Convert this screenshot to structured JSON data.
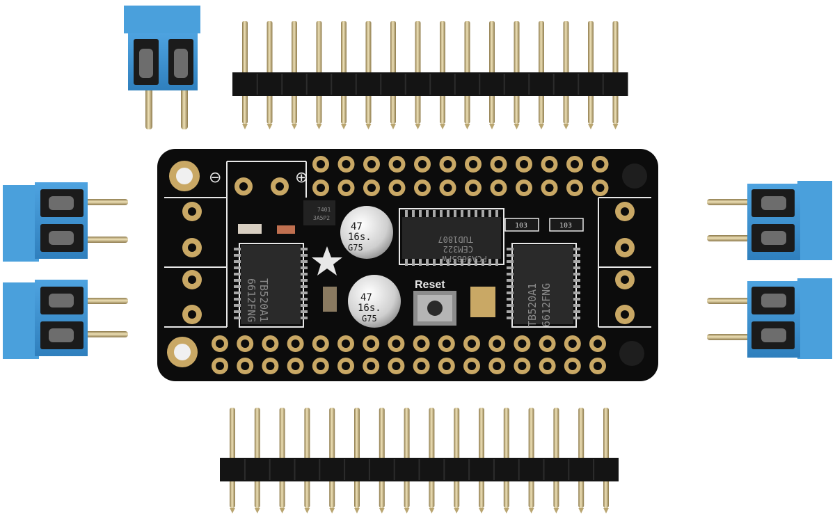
{
  "board": {
    "chip_left_line1": "TB520A1",
    "chip_left_line2": "6612FNG",
    "chip_right_line1": "TB520A1",
    "chip_right_line2": "6612FNG",
    "pwm_line1": "PCA9685PW",
    "pwm_line2": "CEM322",
    "pwm_line3": "TUD1807",
    "cap_top_line1": "47",
    "cap_top_line2": "16s.",
    "cap_top_line3": "G75",
    "cap_bottom_line1": "47",
    "cap_bottom_line2": "16s.",
    "cap_bottom_line3": "G75",
    "resistor_1": "103",
    "resistor_2": "103",
    "mosfet_line1": "7401",
    "mosfet_line2": "3A5P2",
    "reset_label": "Reset",
    "minus_symbol": "⊖",
    "plus_symbol": "⊕"
  },
  "colors": {
    "pcb": "#0c0c0c",
    "silkscreen": "#e8e8e8",
    "gold": "#c9a865",
    "terminal_blue": "#3a8fcf",
    "header_black": "#151515",
    "pin_gold": "#c8b27a"
  }
}
